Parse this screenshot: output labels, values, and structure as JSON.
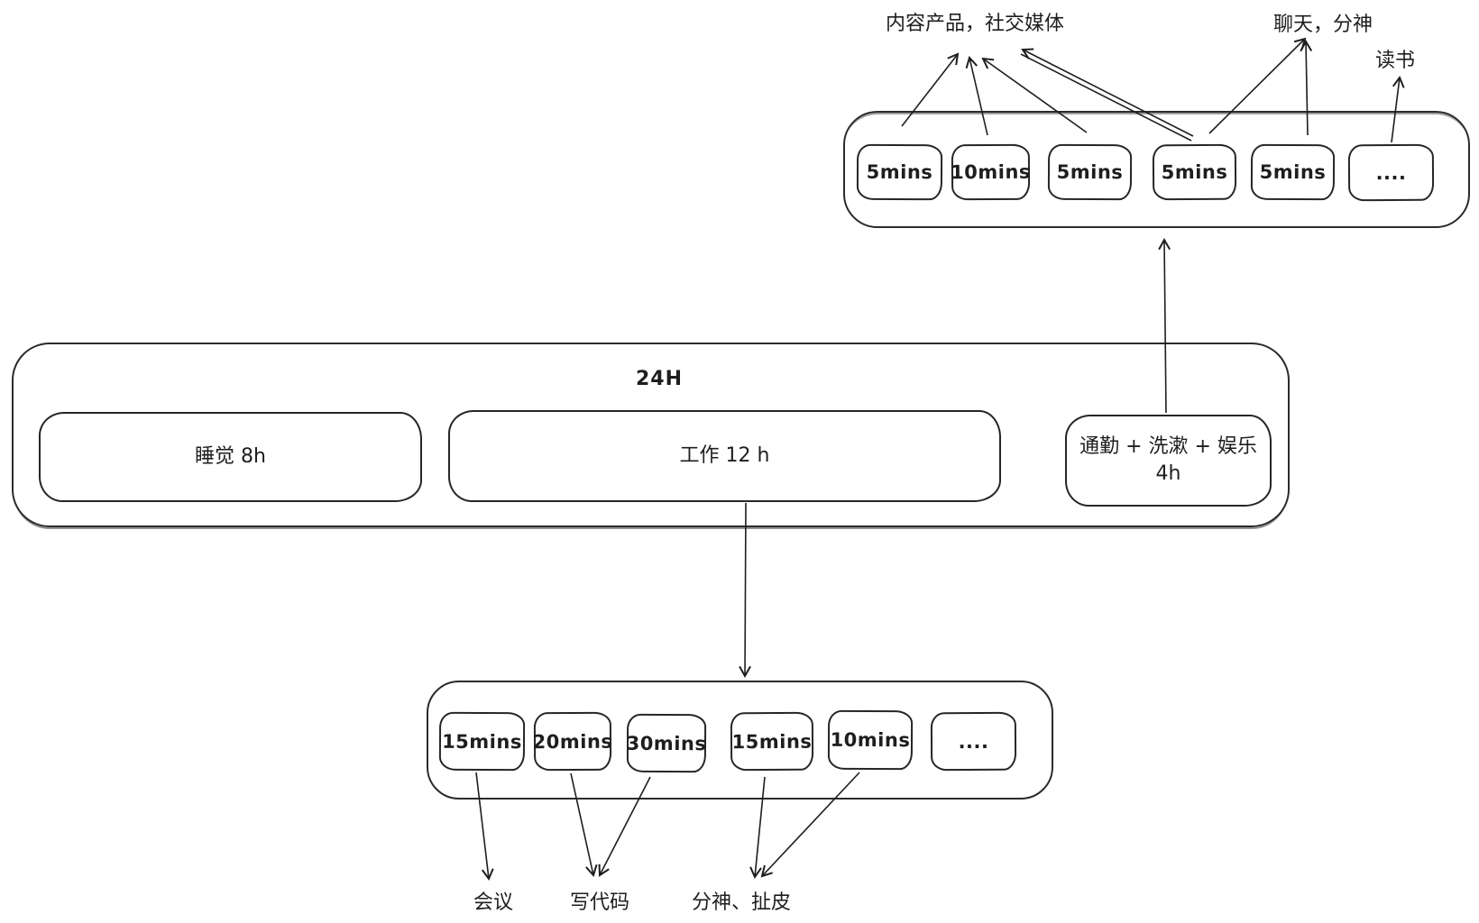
{
  "diagram": {
    "top": {
      "label_content_social": "内容产品，社交媒体",
      "label_chat_distract": "聊天，分神",
      "label_reading": "读书",
      "boxes": [
        "5mins",
        "10mins",
        "5mins",
        "5mins",
        "5mins",
        "...."
      ]
    },
    "day": {
      "total": "24H",
      "sleep": "睡觉 8h",
      "work": "工作 12 h",
      "other_line1": "通勤 + 洗漱 + 娱乐",
      "other_line2": "4h"
    },
    "work_breakdown": {
      "boxes": [
        "15mins",
        "20mins",
        "30mins",
        "15mins",
        "10mins",
        "...."
      ],
      "label_meeting": "会议",
      "label_coding": "写代码",
      "label_distraction": "分神、扯皮"
    },
    "colors": {
      "stroke": "#1e1e1e",
      "background": "#ffffff"
    }
  }
}
